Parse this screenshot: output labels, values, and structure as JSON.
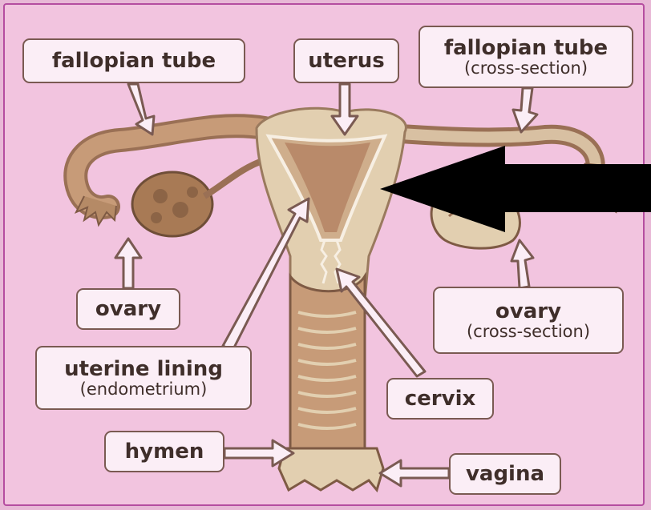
{
  "labels": {
    "fallopian_tube_left": {
      "main": "fallopian tube"
    },
    "uterus": {
      "main": "uterus"
    },
    "fallopian_tube_right": {
      "main": "fallopian tube",
      "sub": "(cross-section)"
    },
    "ovary_left": {
      "main": "ovary"
    },
    "ovary_right": {
      "main": "ovary",
      "sub": "(cross-section)"
    },
    "uterine_lining": {
      "main": "uterine lining",
      "sub": "(endometrium)"
    },
    "cervix": {
      "main": "cervix"
    },
    "hymen": {
      "main": "hymen"
    },
    "vagina": {
      "main": "vagina"
    }
  },
  "colors": {
    "background": "#f2c4df",
    "frame": "#b54da0",
    "tissue": "#e2cfb0",
    "tissue_dark": "#b98a6a",
    "ovary": "#a87a55",
    "label_fill": "#fbeef6",
    "label_border": "#7a5a52",
    "pointer": "#000000"
  }
}
